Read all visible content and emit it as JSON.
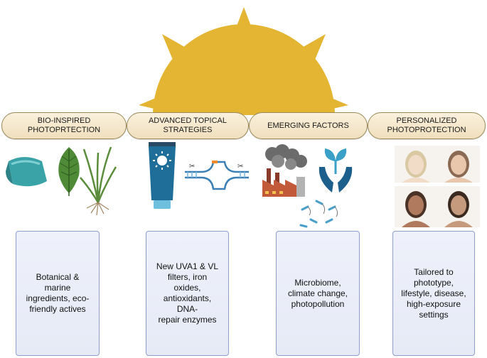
{
  "categories": [
    {
      "id": "bio",
      "header": "BIO-INSPIRED\nPHOTOPRTECTION",
      "description": "Botanical &\nmarine\ningredients, eco-\nfriendly actives"
    },
    {
      "id": "topical",
      "header": "ADVANCED TOPICAL\nSTRATEGIES",
      "description": "New UVA1 & VL\nfilters, iron oxides,\nantioxidants, DNA-\nrepair enzymes"
    },
    {
      "id": "emerging",
      "header": "EMERGING FACTORS",
      "description": "Microbiome,\nclimate change,\nphotopollution"
    },
    {
      "id": "personalized",
      "header": "PERSONALIZED\nPHOTOPROTECTION",
      "description": "Tailored to\nphototype,\nlifestyle, disease,\nhigh-exposure\nsettings"
    }
  ],
  "colors": {
    "sun": "#e3b532",
    "pill_fill": "#f3e4c6",
    "card_fill": "#e9edf8",
    "sunscreen": "#1f6e9a",
    "smoke": "#6b6b6b",
    "plant": "#3f7d2c",
    "hands": "#1d5f8c"
  },
  "icons": [
    "sun-icon",
    "algae-capsule-icon",
    "leaf-icon",
    "grass-plant-icon",
    "sunscreen-tube-icon",
    "dna-repair-icon",
    "factory-pollution-icon",
    "hands-plant-icon",
    "microbes-icon",
    "face-light-icon",
    "face-medium-icon",
    "face-tan-icon",
    "face-dark-icon"
  ]
}
